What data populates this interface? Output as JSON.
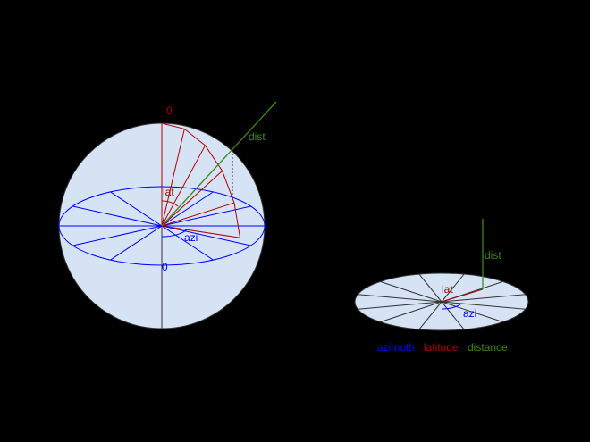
{
  "colors": {
    "background": "#000000",
    "sphere_fill": "#d5e3f4",
    "azimuth": "#0000ff",
    "latitude": "#b30000",
    "distance": "#3b8a1e",
    "axis": "#222222"
  },
  "sphere_view": {
    "top_zero_label": "0",
    "equator_zero_label": "0",
    "lat_label": "lat",
    "azi_label": "azi",
    "dist_label": "dist"
  },
  "disc_view": {
    "lat_label": "lat",
    "azi_label": "azi",
    "dist_label": "dist"
  },
  "legend": {
    "azimuth": "azimuth",
    "latitude": "latitude",
    "distance": "distance"
  }
}
